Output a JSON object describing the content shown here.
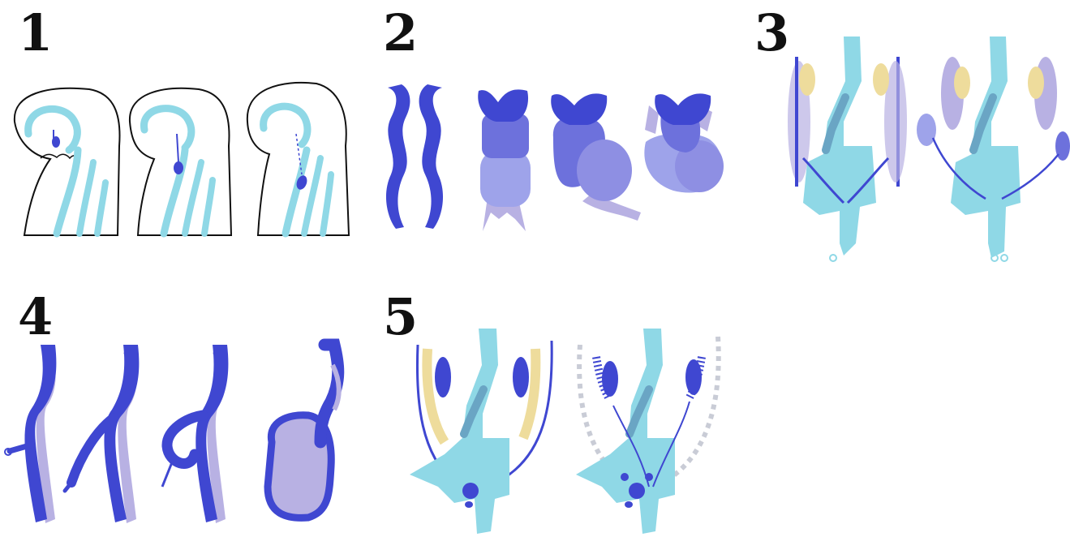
{
  "panels": [
    {
      "label": "1"
    },
    {
      "label": "2"
    },
    {
      "label": "3"
    },
    {
      "label": "4"
    },
    {
      "label": "5"
    }
  ],
  "colors": {
    "dark_blue": "#3f47d1",
    "light_cyan": "#8fd8e6",
    "lavender": "#b8b1e3",
    "mid_blue": "#6d71dc",
    "pale_blue": "#9ea3ea",
    "yellow": "#eedc9c",
    "outline": "#111111",
    "grey": "#c9ccd6"
  }
}
